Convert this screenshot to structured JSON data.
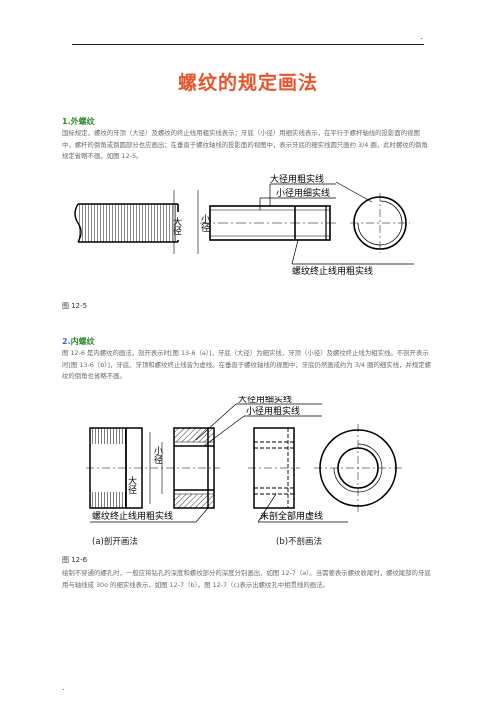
{
  "header_mark": ".",
  "title": "螺纹的规定画法",
  "section1": {
    "heading": "1.外螺纹",
    "paragraph": "国标规定，螺纹的牙顶（大径）及螺纹的终止线用粗实线表示；牙底（小径）用细实线表示，在平行于螺杆轴线的投影面的视图中，螺杆的倒角或倒圆部分也应画出；在垂直于螺纹轴线的投影面的视图中，表示牙底的细实线圆只画约 3/4 圈，此时螺纹的倒角规定省略不画，如图 12-5。",
    "callouts": [
      "大径用粗实线",
      "小径用细实线",
      "螺纹终止线用粗实线"
    ],
    "dim_labels": [
      "大径",
      "小径"
    ],
    "figure_label": "图 12-5"
  },
  "section2": {
    "heading_num": "2.",
    "heading_text": "内螺纹",
    "paragraph": "图 12-6 是内螺纹的画法。剖开表示时[图 13-6（a）]，牙底（大径）为细实线，牙顶（小径）及螺纹终止线为粗实线。不剖开表示时[图 13-6（b）]，牙底、牙顶和螺纹终止线皆为虚线。在垂直于螺纹轴线的视图中，牙底仍然画成约为 3/4 圈的细实线，并规定螺纹的倒角也省略不画。",
    "callouts": [
      "大径用细实线",
      "小径用粗实线",
      "螺纹终止线用粗实线",
      "未剖全部用虚线"
    ],
    "dim_labels": [
      "大径",
      "小径"
    ],
    "caption_a": "(a)剖开画法",
    "caption_b": "(b)不剖画法",
    "figure_label": "图 12-6",
    "paragraph2": "绘制不穿通的螺孔时，一般应将钻孔的深度和螺纹部分的深度分别画出，如图 12-7（a）。当需要表示螺纹收尾时，螺纹尾部的牙底用与轴线成 30o 的细实线表示，如图 12-7（b）。图 12-7（c)表示出螺纹孔中相贯线的画法。"
  },
  "footer_mark": "."
}
